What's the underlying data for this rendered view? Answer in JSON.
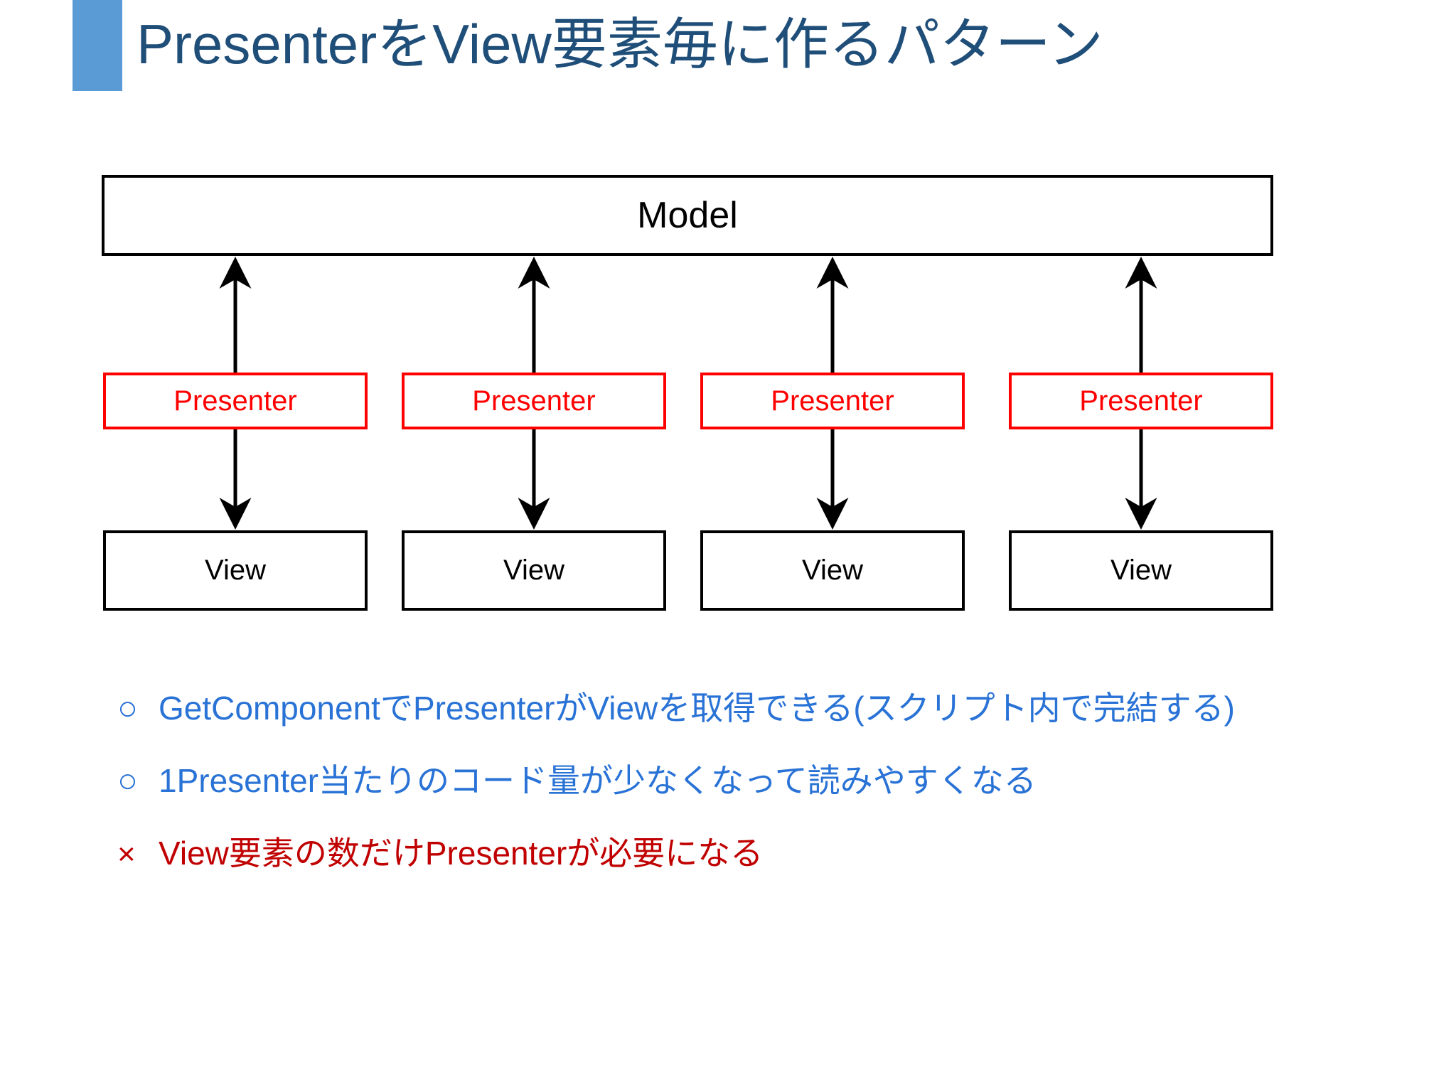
{
  "slide": {
    "title": "PresenterをView要素毎に作るパターン",
    "accent_color": "#5B9BD5",
    "title_color": "#1F4E79",
    "background_color": "#FFFFFF"
  },
  "diagram": {
    "type": "layered-architecture",
    "model": {
      "label": "Model",
      "border_color": "#000000",
      "text_color": "#000000"
    },
    "columns": [
      {
        "presenter_label": "Presenter",
        "view_label": "View"
      },
      {
        "presenter_label": "Presenter",
        "view_label": "View"
      },
      {
        "presenter_label": "Presenter",
        "view_label": "View"
      },
      {
        "presenter_label": "Presenter",
        "view_label": "View"
      }
    ],
    "presenter_style": {
      "border_color": "#FF0000",
      "text_color": "#FF0000"
    },
    "view_style": {
      "border_color": "#000000",
      "text_color": "#000000"
    },
    "arrows": {
      "color": "#000000",
      "up_description": "Presenter から Model へ向かう矢印",
      "down_description": "Presenter から View へ向かう矢印"
    }
  },
  "bullets": [
    {
      "mark": "○",
      "text": "GetComponentでPresenterがViewを取得できる(スクリプト内で完結する)",
      "color": "#2972D6",
      "kind": "pro"
    },
    {
      "mark": "○",
      "text": "1Presenter当たりのコード量が少なくなって読みやすくなる",
      "color": "#2972D6",
      "kind": "pro"
    },
    {
      "mark": "×",
      "text": "View要素の数だけPresenterが必要になる",
      "color": "#C00000",
      "kind": "con"
    }
  ]
}
